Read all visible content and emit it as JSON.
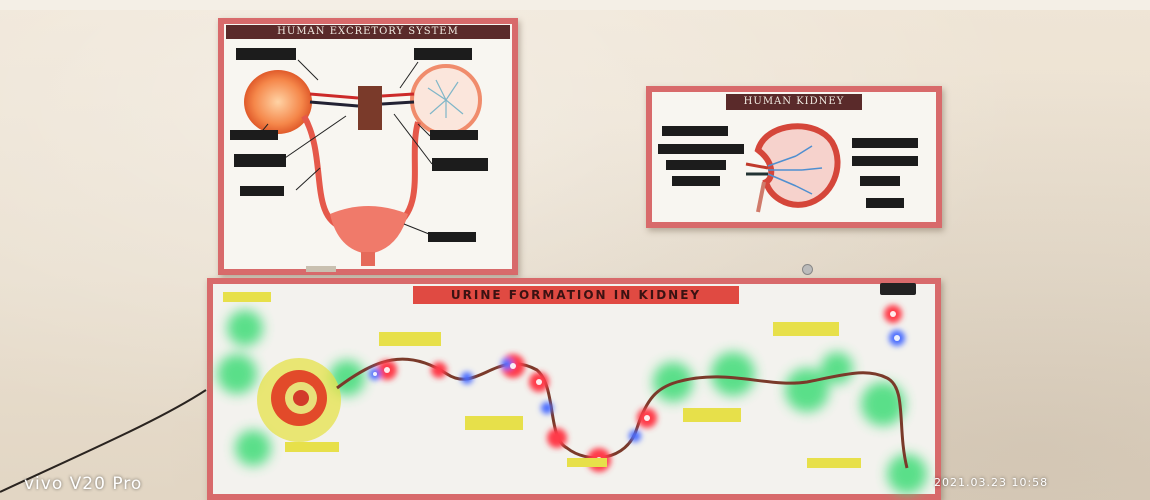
{
  "poster1": {
    "title": "HUMAN EXCRETORY SYSTEM",
    "labels": [
      "",
      "",
      "",
      "",
      "",
      "",
      "",
      "",
      ""
    ]
  },
  "poster2": {
    "title": "HUMAN KIDNEY",
    "labels": [
      "",
      "",
      "",
      "",
      "",
      "",
      "",
      ""
    ]
  },
  "poster3": {
    "title": "URINE FORMATION IN KIDNEY",
    "labels": [
      "",
      "",
      "",
      "",
      "",
      "",
      "",
      ""
    ]
  },
  "watermark": {
    "camera": "vivo V20 Pro",
    "timestamp": "2021.03.23 10:58"
  },
  "colors": {
    "frame_red": "#d86a6b",
    "title_maroon": "#5a2a2a",
    "title_red": "#e04a42",
    "label_black": "#1c1c1c",
    "label_yellow": "#e7e04a",
    "led_green": "#3fdc78",
    "led_red": "#ff3a4a",
    "led_blue": "#4a6cff"
  }
}
